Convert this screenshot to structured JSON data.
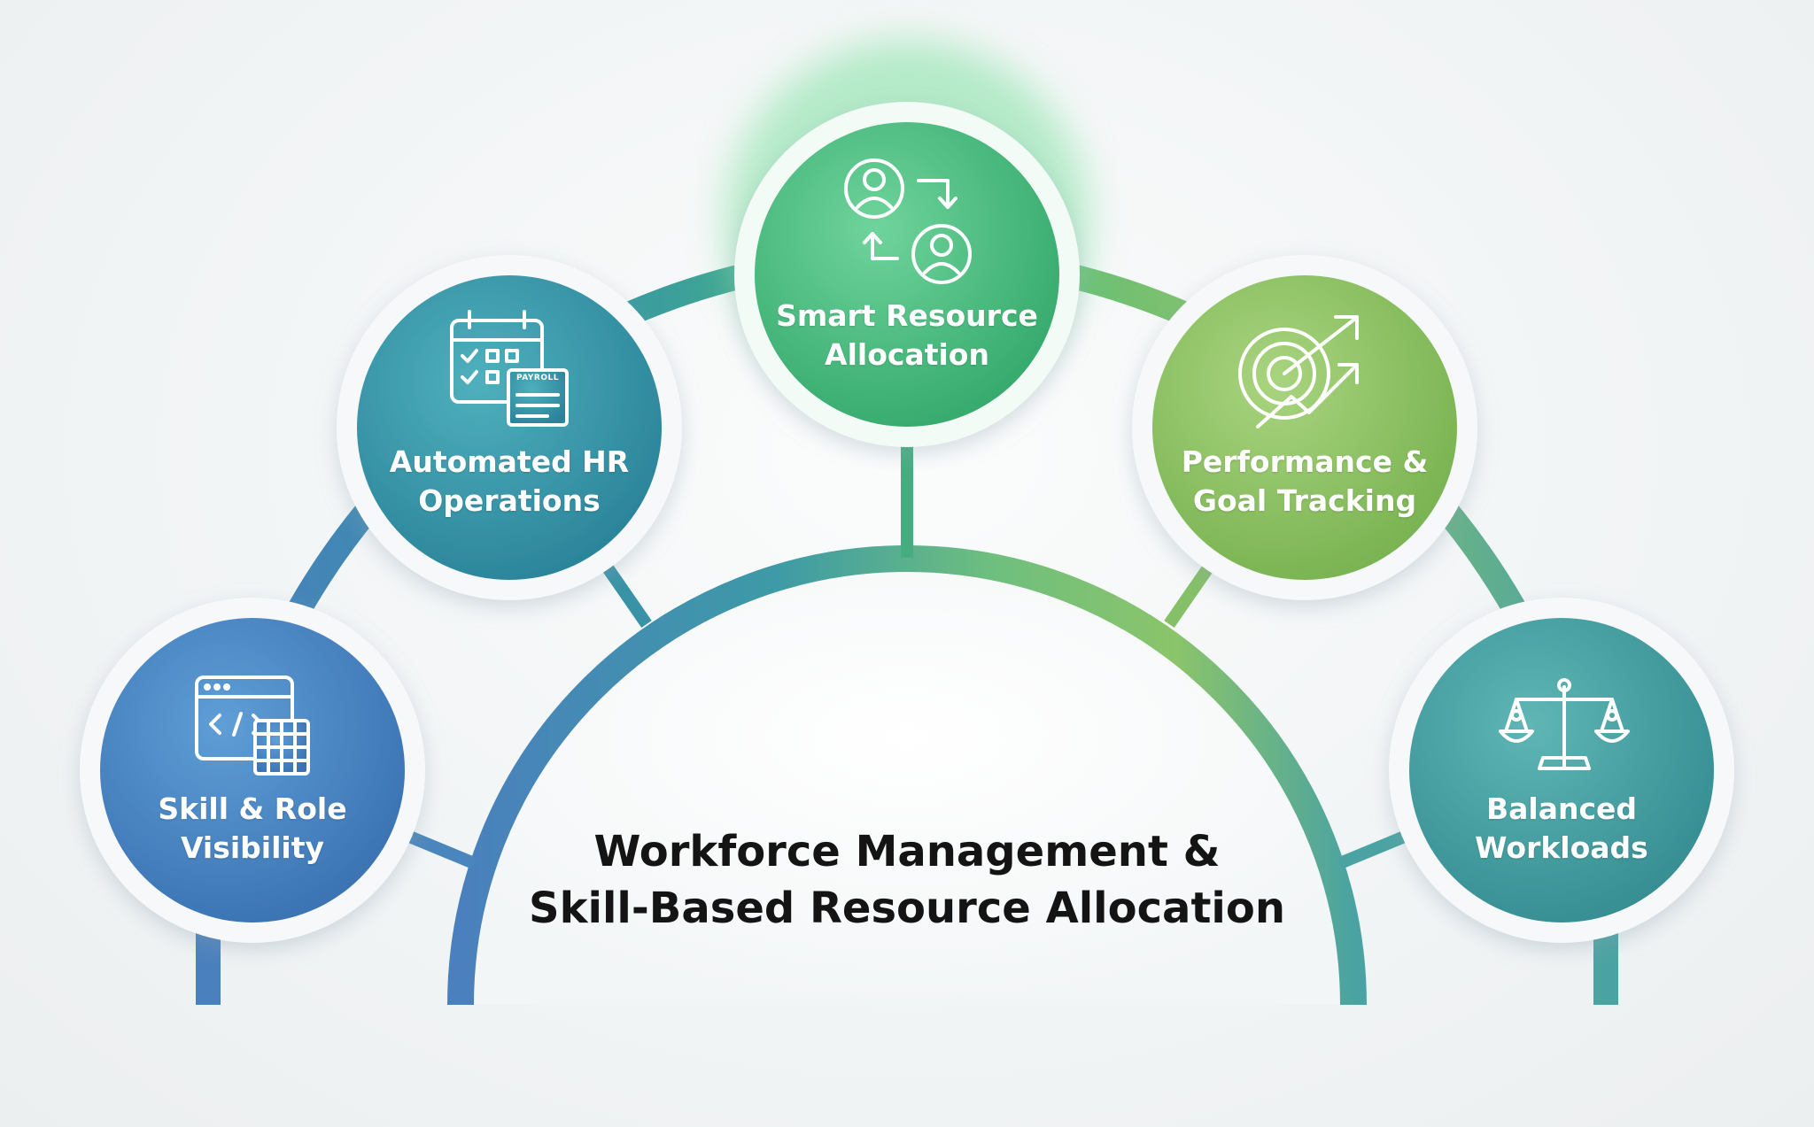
{
  "title": {
    "line1": "Workforce Management &",
    "line2": "Skill-Based Resource Allocation"
  },
  "nodes": [
    {
      "id": "skill-role",
      "line1": "Skill & Role",
      "line2": "Visibility",
      "icon": "code-window-grid-icon",
      "color": "#3f7fbd",
      "color_light": "#5d9bd3"
    },
    {
      "id": "automated-hr",
      "line1": "Automated HR",
      "line2": "Operations",
      "icon": "calendar-payroll-icon",
      "icon_text": "PAYROLL",
      "color": "#2f8fa4",
      "color_light": "#4aaab9"
    },
    {
      "id": "smart-resource",
      "line1": "Smart Resource",
      "line2": "Allocation",
      "icon": "people-swap-icon",
      "color": "#3fb87a",
      "color_light": "#6fd49b"
    },
    {
      "id": "performance-goal",
      "line1": "Performance &",
      "line2": "Goal Tracking",
      "icon": "target-arrow-icon",
      "color": "#86bd5b",
      "color_light": "#a6d27c"
    },
    {
      "id": "balanced-workloads",
      "line1": "Balanced",
      "line2": "Workloads",
      "icon": "balance-scale-icon",
      "color": "#3f9a9c",
      "color_light": "#5cb3b3"
    }
  ],
  "colors": {
    "arc_blue": "#4a86bd",
    "arc_teal": "#3a9aa0",
    "arc_green": "#7ec26a",
    "glow": "#7fe0a0"
  }
}
